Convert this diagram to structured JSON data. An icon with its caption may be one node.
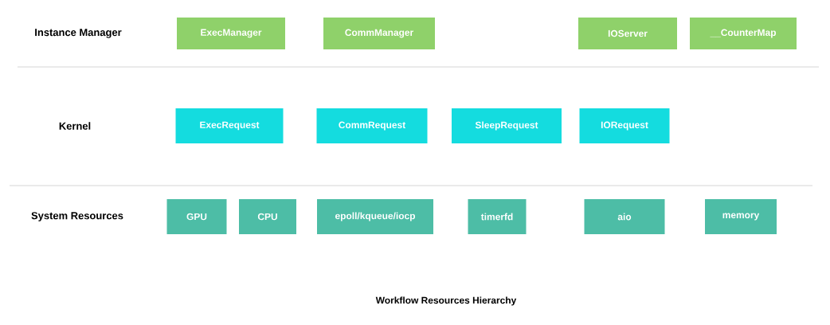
{
  "diagram": {
    "caption": "Workflow Resources Hierarchy",
    "nodes": [
      {
        "text": [
          "ExecManager"
        ]
      },
      {
        "text": [
          "CommManager"
        ]
      },
      {
        "text": [
          "IOServer"
        ]
      },
      {
        "text": [
          "__CounterMap"
        ]
      },
      {
        "text": [
          "ExecRequest"
        ]
      },
      {
        "text": [
          "CommRequest"
        ]
      },
      {
        "text": [
          "SleepRequest"
        ]
      },
      {
        "text": [
          "IORequest"
        ]
      },
      {
        "text": [
          "GPU"
        ]
      },
      {
        "text": [
          "CPU"
        ]
      },
      {
        "text": [
          "epoll/kqueue/iocp"
        ]
      },
      {
        "text": [
          "timerfd"
        ]
      },
      {
        "text": [
          "aio"
        ]
      },
      {
        "text": [
          "memory"
        ]
      }
    ],
    "labels": [
      "Instance Manager",
      "Kernel",
      "System Resources"
    ]
  }
}
